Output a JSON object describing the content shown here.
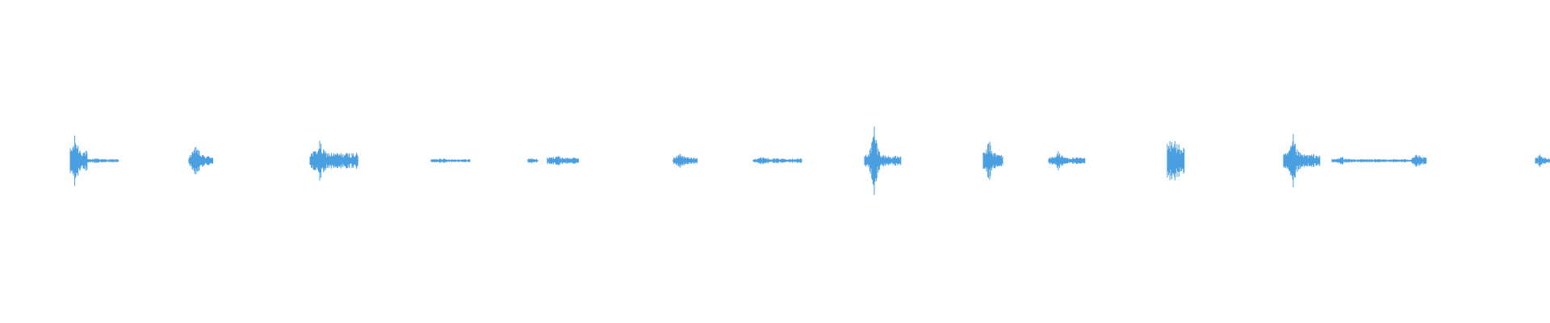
{
  "waveform": {
    "color": "#4a9fe0",
    "background": "#ffffff",
    "duration_s": 64,
    "amplitude_range": [
      -1,
      1
    ],
    "segments": [
      {
        "start_s": 2.9,
        "end_s": 3.6,
        "peak": 0.18,
        "level": 0.06
      },
      {
        "start_s": 3.6,
        "end_s": 4.9,
        "peak": 0.02,
        "level": 0.01
      },
      {
        "start_s": 7.8,
        "end_s": 8.8,
        "peak": 0.12,
        "level": 0.03
      },
      {
        "start_s": 12.8,
        "end_s": 14.8,
        "peak": 0.14,
        "level": 0.05
      },
      {
        "start_s": 17.8,
        "end_s": 19.4,
        "peak": 0.02,
        "level": 0.01
      },
      {
        "start_s": 21.8,
        "end_s": 22.2,
        "peak": 0.02,
        "level": 0.01
      },
      {
        "start_s": 22.6,
        "end_s": 23.9,
        "peak": 0.04,
        "level": 0.02
      },
      {
        "start_s": 27.8,
        "end_s": 28.8,
        "peak": 0.06,
        "level": 0.02
      },
      {
        "start_s": 31.1,
        "end_s": 33.1,
        "peak": 0.03,
        "level": 0.015
      },
      {
        "start_s": 35.7,
        "end_s": 37.2,
        "peak": 0.26,
        "level": 0.03
      },
      {
        "start_s": 40.6,
        "end_s": 41.4,
        "peak": 0.14,
        "level": 0.04
      },
      {
        "start_s": 43.3,
        "end_s": 44.8,
        "peak": 0.07,
        "level": 0.02
      },
      {
        "start_s": 48.2,
        "end_s": 48.9,
        "peak": 0.2,
        "level": 0.09
      },
      {
        "start_s": 53.0,
        "end_s": 54.5,
        "peak": 0.17,
        "level": 0.04
      },
      {
        "start_s": 55.0,
        "end_s": 58.3,
        "peak": 0.03,
        "level": 0.01
      },
      {
        "start_s": 58.3,
        "end_s": 58.9,
        "peak": 0.05,
        "level": 0.02
      },
      {
        "start_s": 63.4,
        "end_s": 64.0,
        "peak": 0.04,
        "level": 0.015
      }
    ]
  }
}
